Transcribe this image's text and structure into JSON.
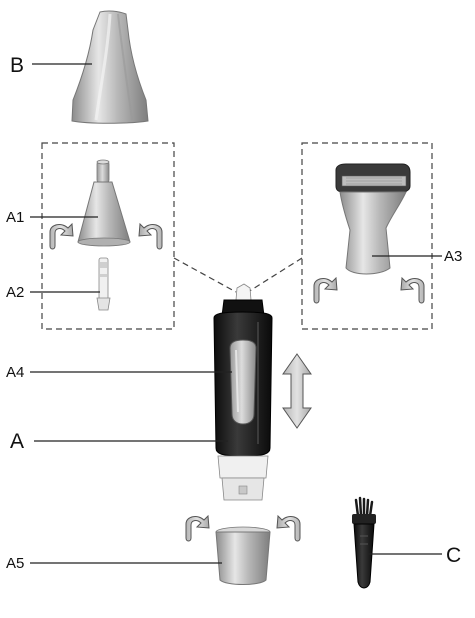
{
  "labels": {
    "B": "B",
    "A1": "A1",
    "A2": "A2",
    "A3": "A3",
    "A4": "A4",
    "A": "A",
    "A5": "A5",
    "C": "C"
  },
  "icons": {
    "rotate": "rotate-arrow-icon",
    "updown": "up-down-arrow-icon"
  },
  "colors": {
    "metal_light": "#d4d4d4",
    "metal_dark": "#8f8f8f",
    "body_black": "#1a1a1a",
    "arrow_fill": "#c8c8c8",
    "white_part": "#f2f2f2"
  }
}
